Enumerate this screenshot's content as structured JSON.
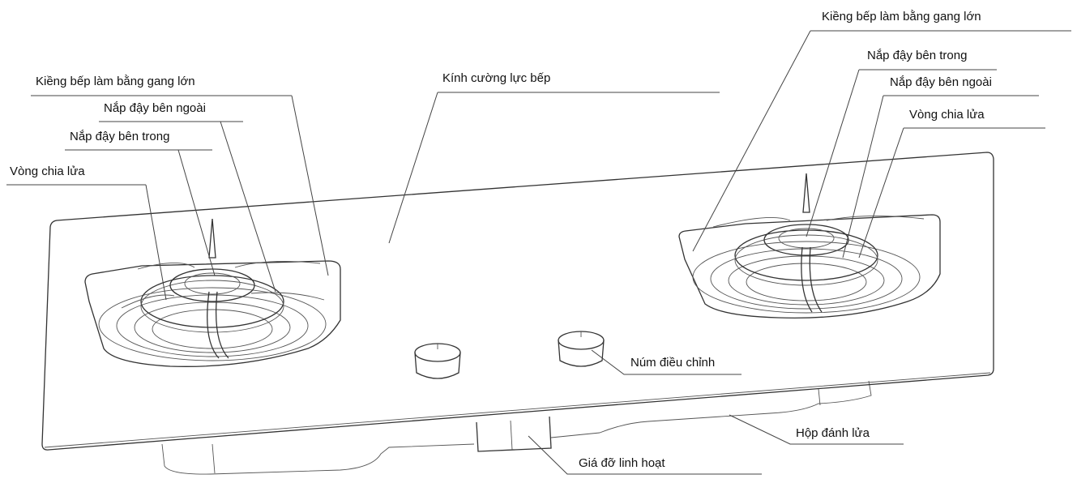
{
  "labels": {
    "right_grate": "Kiềng bếp làm bằng gang lớn",
    "right_inner_cap": "Nắp đậy bên trong",
    "right_outer_cap": "Nắp đậy bên ngoài",
    "right_flame_ring": "Vòng chia lửa",
    "left_grate": "Kiềng bếp làm bằng gang lớn",
    "left_outer_cap": "Nắp đậy bên ngoài",
    "left_inner_cap": "Nắp đậy bên trong",
    "left_flame_ring": "Vòng chia lửa",
    "glass_top": "Kính cường lực bếp",
    "knob": "Núm điều chỉnh",
    "ignition_box": "Hộp đánh lửa",
    "bracket": "Giá đỡ linh hoạt"
  }
}
